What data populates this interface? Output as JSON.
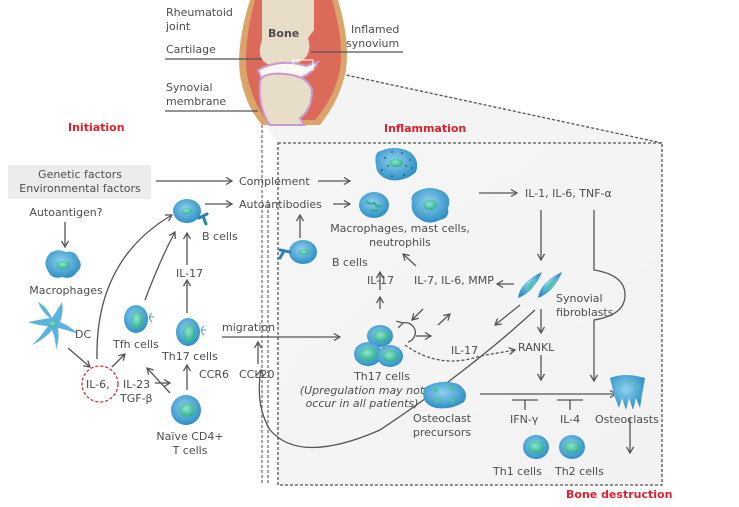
{
  "colors": {
    "accent_red": "#e0202f",
    "text_gray": "#4d4d4f",
    "cell_blue": "#4aa8d8",
    "nucleus_teal": "#4fc3a6",
    "bone_beige": "#e8ddc8",
    "synovium_red": "#db6a5a",
    "capsule_tan": "#d9a56a",
    "cartilage_purple": "#c79bd0"
  },
  "joint": {
    "title_line1": "Rheumatoid",
    "title_line2": "joint",
    "bone": "Bone",
    "cartilage": "Cartilage",
    "synovial_line1": "Synovial",
    "synovial_line2": "membrane",
    "inflamed_line1": "Inflamed",
    "inflamed_line2": "synovium"
  },
  "stages": {
    "initiation": "Initiation",
    "inflammation": "Inflammation",
    "bone_destruction": "Bone destruction"
  },
  "initiation": {
    "factors_line1": "Genetic factors",
    "factors_line2": "Environmental factors",
    "autoantigen": "Autoantigen?",
    "macrophages": "Macrophages",
    "dc": "DC",
    "il6": "IL-6,",
    "il23": "IL-23",
    "tgfb": "TGF-β",
    "naive_line1": "Naïve CD4+",
    "naive_line2": "T cells",
    "tfh": "Tfh cells",
    "th17": "Th17 cells",
    "il17": "IL-17",
    "b_cells": "B cells",
    "ccr6": "CCR6",
    "ccl20": "CCL20",
    "migration": "migration",
    "complement": "Complement",
    "autoantibodies": "Autoantibodies"
  },
  "inflammation": {
    "innate_line1": "Macrophages, mast cells,",
    "innate_line2": "neutrophils",
    "cytokines": "IL-1, IL-6, TNF-α",
    "b_cells": "B cells",
    "il17_up": "IL-17",
    "il7_mmp": "IL-7, IL-6, MMP",
    "synovial_line1": "Synovial",
    "synovial_line2": "fibroblasts",
    "il17_mid": "IL-17",
    "rankl": "RANKL",
    "th17": "Th17 cells",
    "note_line1": "(Upregulation may not",
    "note_line2": "occur in all patients)"
  },
  "bone": {
    "precursor_line1": "Osteoclast",
    "precursor_line2": "precursors",
    "ifng": "IFN-γ",
    "il4": "IL-4",
    "osteoclasts": "Osteoclasts",
    "th1": "Th1 cells",
    "th2": "Th2 cells"
  }
}
